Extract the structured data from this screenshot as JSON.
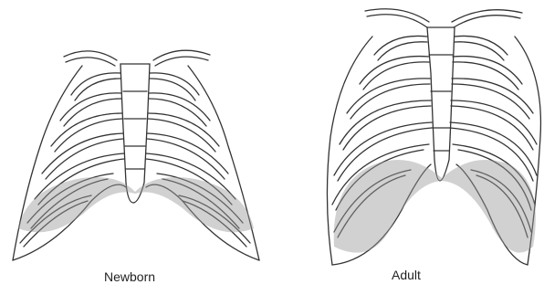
{
  "panels": [
    {
      "id": "newborn",
      "caption": "Newborn"
    },
    {
      "id": "adult",
      "caption": "Adult"
    }
  ]
}
